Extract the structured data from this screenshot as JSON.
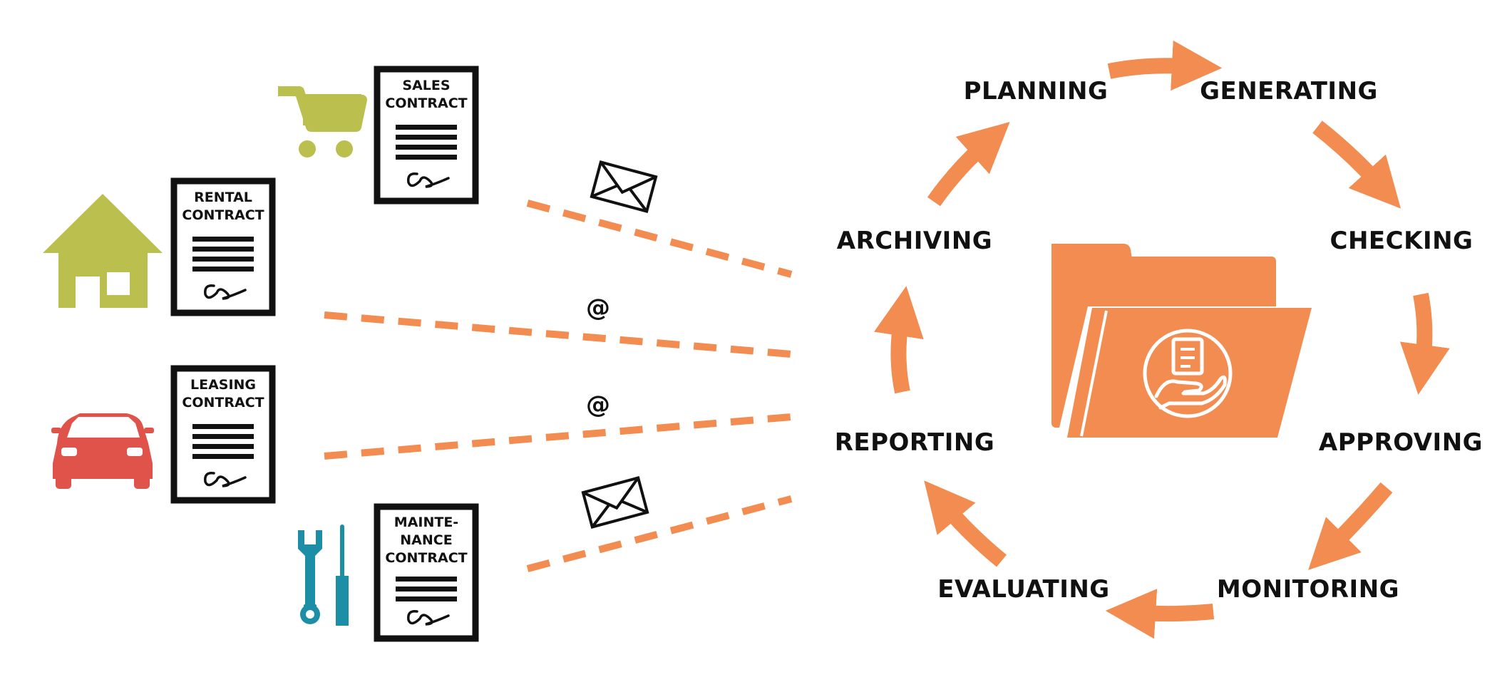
{
  "colors": {
    "orange": "#F28C50",
    "green": "#BABF4E",
    "red": "#E0534B",
    "teal": "#1C8EA6",
    "black": "#111111"
  },
  "contracts": [
    {
      "title": "SALES\nCONTRACT",
      "icon": "shopping-cart-icon"
    },
    {
      "title": "RENTAL\nCONTRACT",
      "icon": "house-icon"
    },
    {
      "title": "LEASING\nCONTRACT",
      "icon": "car-icon"
    },
    {
      "title": "MAINTE-\nNANCE\nCONTRACT",
      "icon": "tools-icon"
    }
  ],
  "channels": [
    {
      "symbol": "envelope-icon"
    },
    {
      "symbol": "@"
    },
    {
      "symbol": "@"
    },
    {
      "symbol": "envelope-icon"
    }
  ],
  "lifecycle": {
    "stages": [
      "PLANNING",
      "GENERATING",
      "CHECKING",
      "APPROVING",
      "MONITORING",
      "EVALUATING",
      "REPORTING",
      "ARCHIVING"
    ],
    "center_icon": "folder-document-hand-icon"
  }
}
